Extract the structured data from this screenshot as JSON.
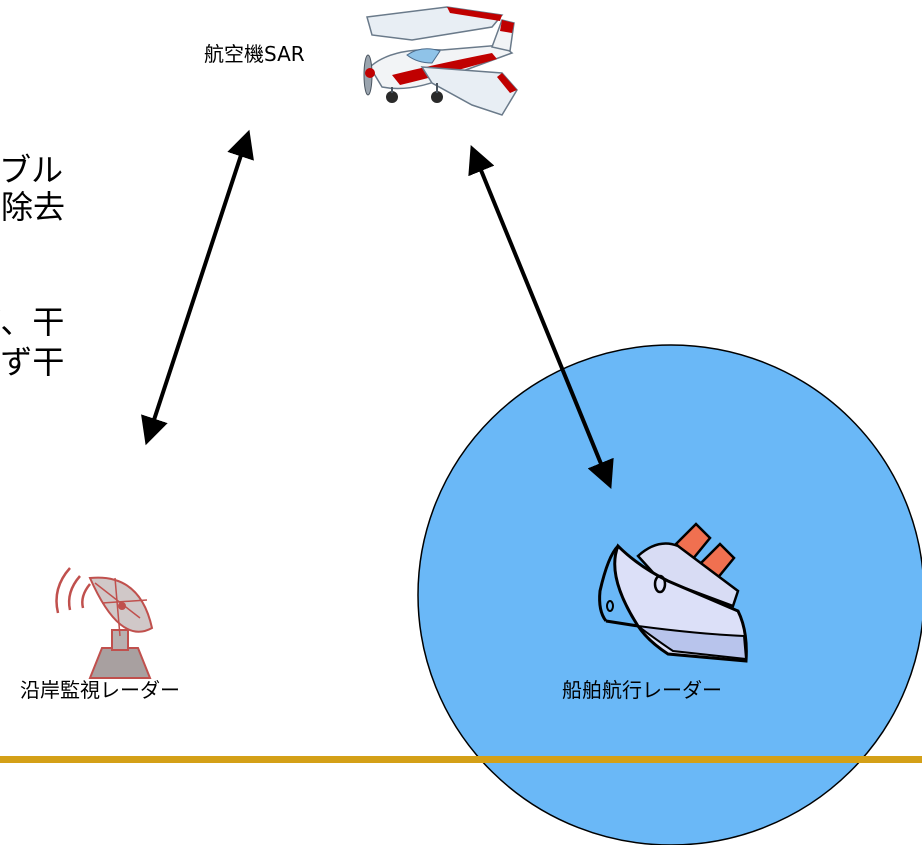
{
  "text_lines": [
    "ーブル",
    "歩除去",
    "が、干",
    "らず干"
  ],
  "labels": {
    "aircraft": "航空機SAR",
    "coastal_radar": "沿岸監視レーダー",
    "ship_radar": "船舶航行レーダー"
  },
  "colors": {
    "sea_circle_fill": "#6AB8F7",
    "ground_line": "#D4A017",
    "arrow": "#000000",
    "radar_dish": "#C0504D",
    "aircraft_body": "#C00000",
    "ship_funnel": "#F07050"
  },
  "icons": [
    "airplane-icon",
    "radar-dish-icon",
    "ship-icon"
  ]
}
